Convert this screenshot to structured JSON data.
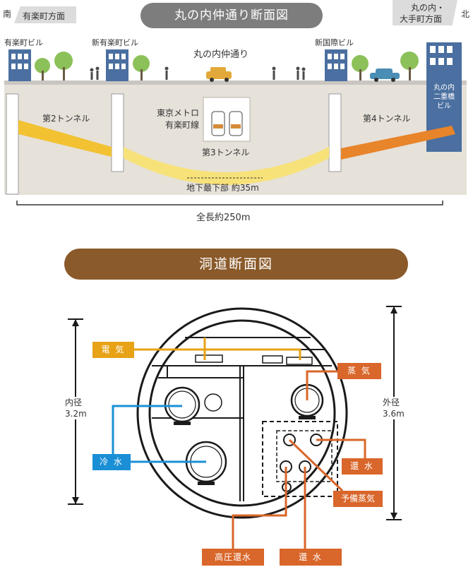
{
  "top": {
    "title": "丸の内仲通り断面図",
    "south": "南",
    "north": "北",
    "left_direction": "有楽町方面",
    "right_direction_line1": "丸の内・",
    "right_direction_line2": "大手町方面",
    "buildings": [
      "有楽町ビル",
      "新有楽町ビル",
      "新国際ビル"
    ],
    "street": "丸の内仲通り",
    "nijubashi_line1": "丸の内",
    "nijubashi_line2": "二重橋",
    "nijubashi_line3": "ビル",
    "tunnel2": "第2トンネル",
    "tunnel3": "第3トンネル",
    "tunnel4": "第4トンネル",
    "metro_line1": "東京メトロ",
    "metro_line2": "有楽町線",
    "depth": "地下最下部 約35m",
    "length": "全長約250m",
    "colors": {
      "tunnel_yellow": "#f2c232",
      "tunnel_orange": "#e8842a",
      "ground": "#e6e1d9",
      "building_blue": "#4a6fa0"
    }
  },
  "bottom": {
    "title": "洞道断面図",
    "inner_label1": "内径",
    "inner_label2": "3.2m",
    "outer_label1": "外径",
    "outer_label2": "3.6m",
    "tags": {
      "electric": "電 気",
      "steam": "蒸 気",
      "cold_water": "冷 水",
      "return_water_right": "還 水",
      "spare_steam": "予備蒸気",
      "high_pressure_return": "高圧還水",
      "return_water_bottom": "還 水"
    },
    "colors": {
      "electric": "#e8a216",
      "cold": "#1a8fd6",
      "steam": "#d9662a",
      "title_bg": "#8a5a2b"
    }
  }
}
